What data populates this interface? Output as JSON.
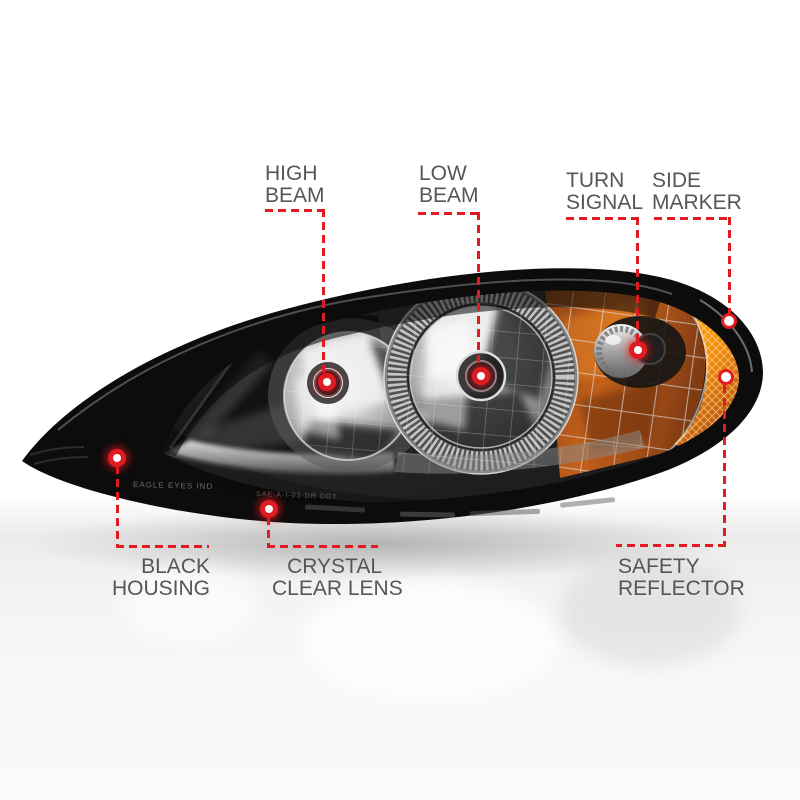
{
  "colors": {
    "accent_red": "#e01b22",
    "label_gray": "#55565a",
    "amber": "#f28900",
    "amber_dark": "#8a3d0c",
    "housing_black": "#0c0c0c",
    "background": "#ffffff"
  },
  "callouts": {
    "high_beam": {
      "line1": "HIGH",
      "line2": "BEAM"
    },
    "low_beam": {
      "line1": "LOW",
      "line2": "BEAM"
    },
    "turn_signal": {
      "line1": "TURN",
      "line2": "SIGNAL"
    },
    "side_marker": {
      "line1": "SIDE",
      "line2": "MARKER"
    },
    "black_housing": {
      "line1": "BLACK",
      "line2": "HOUSING"
    },
    "crystal_clear_lens": {
      "line1": "CRYSTAL",
      "line2": "CLEAR LENS"
    },
    "safety_reflector": {
      "line1": "SAFETY",
      "line2": "REFLECTOR"
    }
  },
  "markings": {
    "left_stamp": "EAGLE EYES IND",
    "right_stamp": "SAE-A-I-03-DR  DOT"
  }
}
